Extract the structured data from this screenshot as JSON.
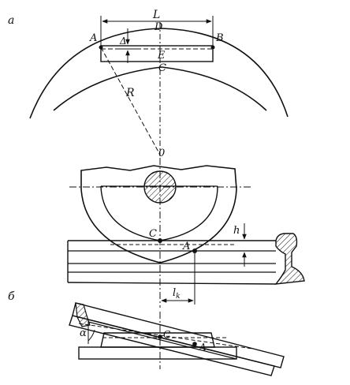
{
  "figure": {
    "panels": [
      {
        "id": "a",
        "label": "а"
      },
      {
        "id": "b",
        "label": "б"
      }
    ],
    "points": {
      "A": "A",
      "B": "B",
      "C": "C",
      "D": "D",
      "E": "E",
      "O": "0",
      "C_wheel": "C",
      "A_wheel": "A",
      "C_tilt": "C",
      "A_tilt": "A"
    },
    "dimensions": {
      "chord_length": "L",
      "sagitta": "Δ",
      "radius": "R",
      "flange_height": "h",
      "contact_offset": "l",
      "contact_offset_sub": "k",
      "tilt_angle": "α"
    }
  }
}
